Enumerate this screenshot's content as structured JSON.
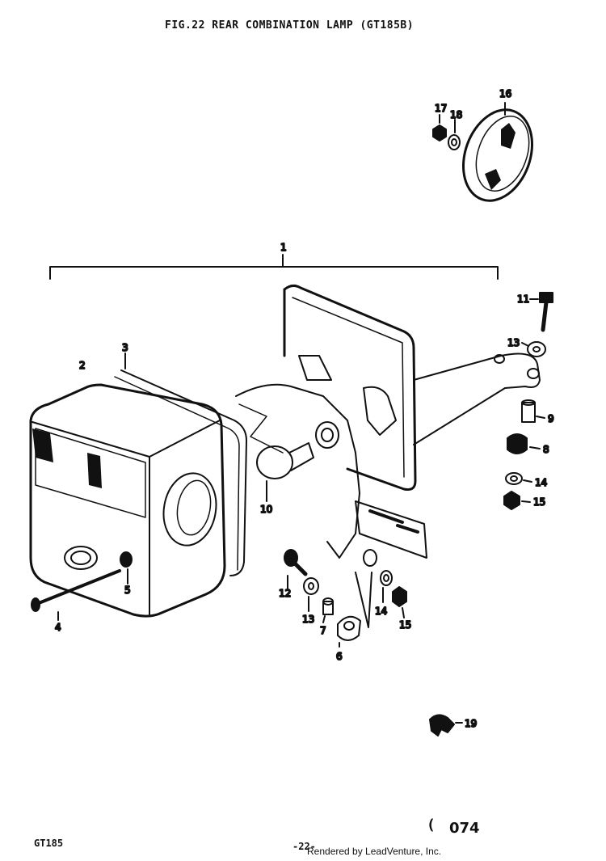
{
  "title": "FIG.22  REAR COMBINATION LAMP (GT185B)",
  "callouts": {
    "c1": "1",
    "c2": "2",
    "c3": "3",
    "c4": "4",
    "c5": "5",
    "c6": "6",
    "c7": "7",
    "c8": "8",
    "c9": "9",
    "c10": "10",
    "c11": "11",
    "c12": "12",
    "c13a": "13",
    "c13b": "13",
    "c14a": "14",
    "c14b": "14",
    "c15a": "15",
    "c15b": "15",
    "c16": "16",
    "c17": "17",
    "c18": "18",
    "c19": "19"
  },
  "footer": {
    "model": "GT185",
    "page": "-22-",
    "rendered_by": "Rendered by LeadVenture, Inc.",
    "code_mark": "(",
    "code": "074"
  }
}
